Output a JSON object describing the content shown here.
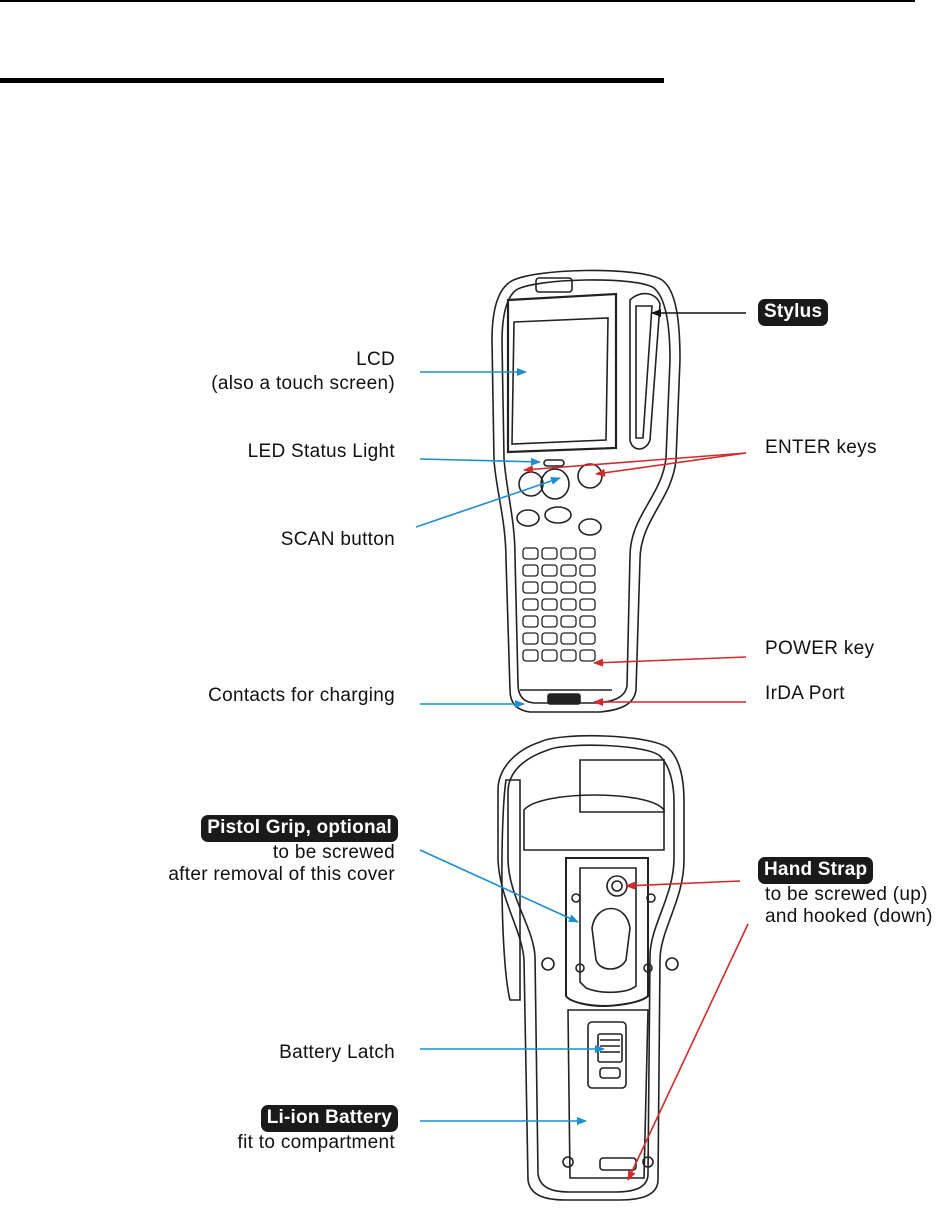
{
  "colors": {
    "blue_arrow": "#1c8fd0",
    "red_arrow": "#d42a2a",
    "black_arrow": "#111111",
    "badge_bg": "#1a1a1a"
  },
  "front_view": {
    "stylus": "Stylus",
    "lcd": "LCD",
    "lcd_note": "(also a touch screen)",
    "led": "LED Status Light",
    "enter": "ENTER keys",
    "scan": "SCAN button",
    "power": "POWER key",
    "contacts": "Contacts for charging",
    "irda": "IrDA Port"
  },
  "back_view": {
    "pistol": "Pistol Grip, optional",
    "pistol_note1": "to be screwed",
    "pistol_note2": "after removal of this cover",
    "hand": "Hand Strap",
    "hand_note1": "to be screwed (up)",
    "hand_note2": "and hooked (down)",
    "latch": "Battery Latch",
    "battery": "Li-ion Battery",
    "battery_note": "fit to compartment"
  }
}
